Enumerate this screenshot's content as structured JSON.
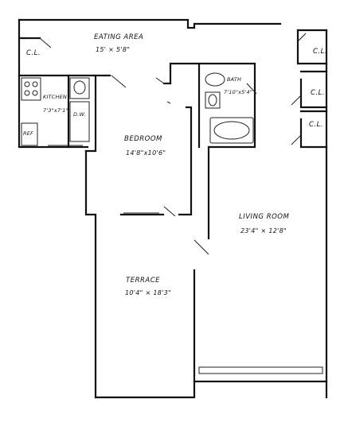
{
  "rooms": {
    "eating_area": {
      "name": "EATING AREA",
      "dims": "15' × 5'8\""
    },
    "kitchen": {
      "name": "KITCHEN",
      "dims": "7'3\"x7'1\""
    },
    "dishwasher": "D.W.",
    "refrigerator": "REF",
    "bedroom": {
      "name": "BEDROOM",
      "dims": "14'8\"x10'6\""
    },
    "bath": {
      "name": "BATH",
      "dims": "7'10\"x5'4\""
    },
    "living_room": {
      "name": "LIVING ROOM",
      "dims": "23'4\" × 12'8\""
    },
    "terrace": {
      "name": "TERRACE",
      "dims": "10'4\" × 18'3\""
    },
    "closet_label": "C.L."
  }
}
